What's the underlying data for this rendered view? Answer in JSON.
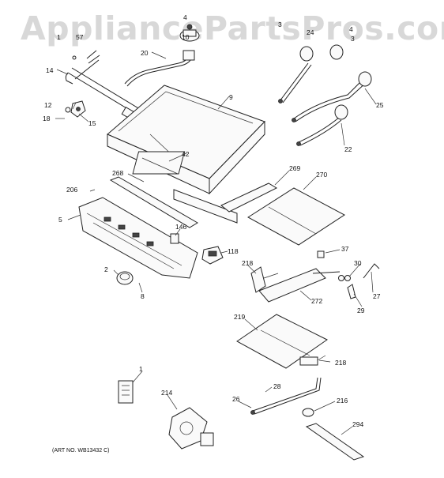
{
  "watermark": "AppliancePartsPros.com",
  "art_number": "(ART NO. WB13432 C)",
  "labels": {
    "p1": "1",
    "p2": "2",
    "p3a": "3",
    "p3b": "3",
    "p4a": "4",
    "p4b": "4",
    "p5": "5",
    "p8": "8",
    "p9": "9",
    "p10": "10",
    "p12": "12",
    "p14": "14",
    "p15": "15",
    "p18": "18",
    "p20": "20",
    "p22": "22",
    "p24": "24",
    "p25": "25",
    "p26": "26",
    "p27": "27",
    "p28": "28",
    "p29": "29",
    "p30": "30",
    "p37": "37",
    "p42": "42",
    "p57": "57",
    "p118": "118",
    "p146": "146",
    "p206": "206",
    "p214": "214",
    "p216": "216",
    "p218a": "218",
    "p218b": "218",
    "p219": "219",
    "p268": "268",
    "p269": "269",
    "p270": "270",
    "p272": "272",
    "p294": "294",
    "p1top": "1"
  }
}
